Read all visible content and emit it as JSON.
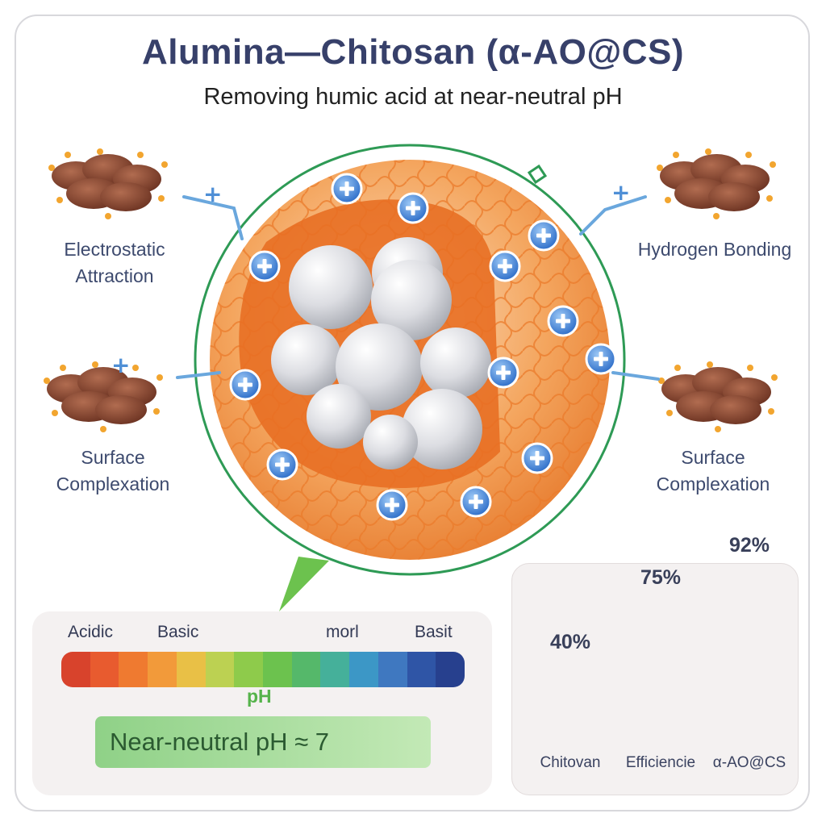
{
  "header": {
    "title": "Alumina—Chitosan (α-AO@CS)",
    "subtitle": "Removing humic acid at near-neutral pH"
  },
  "mechanisms": {
    "top_left": "Electrostatic Attraction",
    "top_right": "Hydrogen Bonding",
    "bottom_left": "Surface Complexation",
    "bottom_right": "Surface Complexation"
  },
  "ph_scale": {
    "ticks": [
      "Acidic",
      "Basic",
      "morl",
      "Basit"
    ],
    "axis_label": "pH",
    "result": "Near-neutral pH ≈ 7",
    "colors": [
      "#d8432c",
      "#e85b2f",
      "#ef7a30",
      "#f29a3a",
      "#e9c046",
      "#bcd152",
      "#8ecb4b",
      "#6cc24e",
      "#55b86a",
      "#45b09a",
      "#3c97c6",
      "#3f78c0",
      "#2f55a6",
      "#27408e"
    ]
  },
  "chart_data": {
    "type": "bar",
    "categories": [
      "Chitovan",
      "Efficiencie",
      "α-AO@CS"
    ],
    "values": [
      40,
      75,
      92
    ],
    "value_labels": [
      "40%",
      "75%",
      "92%"
    ],
    "colors": [
      "#a9d0ee",
      "#f3b04a",
      "#7fcf45"
    ],
    "ylim": [
      0,
      100
    ]
  },
  "palette": {
    "shell": "#ee8a3c",
    "core": "#d7d9de",
    "plus_charge": "#3a79cf",
    "humic": "#8b4a34",
    "outline": "#2e9a55"
  }
}
